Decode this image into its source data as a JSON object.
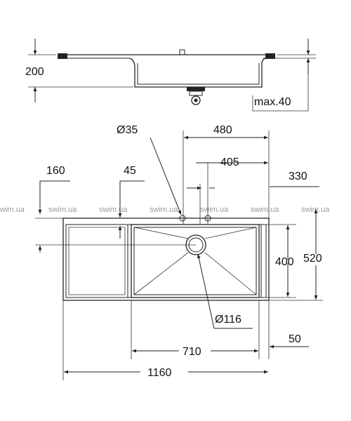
{
  "watermark": "swim.ua",
  "watermark_partial": "wim.ua",
  "side_view": {
    "height_label": "200",
    "depth_label": "max.40"
  },
  "top_view": {
    "tap_hole_diameter": "Ø35",
    "dim_480": "480",
    "dim_405": "405",
    "dim_160": "160",
    "dim_45": "45",
    "dim_330": "330",
    "dim_400": "400",
    "dim_520": "520",
    "drain_diameter": "Ø116",
    "dim_710": "710",
    "dim_50": "50",
    "dim_1160": "1160"
  }
}
